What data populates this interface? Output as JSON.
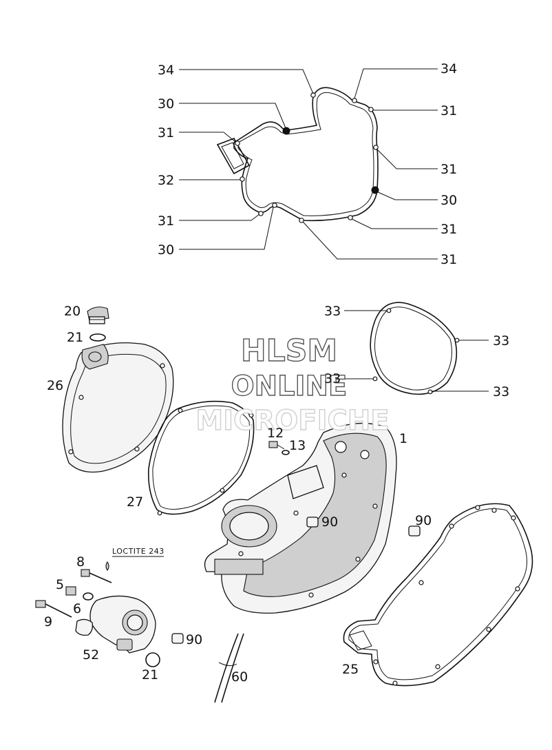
{
  "watermark": {
    "line1": "HLSM",
    "line2": "ONLINE",
    "line3": "MICROFICHE"
  },
  "note": "LOCTITE 243",
  "callouts": {
    "c34a": "34",
    "c34b": "34",
    "c30a": "30",
    "c30b": "30",
    "c30c": "30",
    "c31a": "31",
    "c31b": "31",
    "c31c": "31",
    "c31d": "31",
    "c31e": "31",
    "c31f": "31",
    "c32": "32",
    "c33a": "33",
    "c33b": "33",
    "c33c": "33",
    "c33d": "33",
    "c20": "20",
    "c21a": "21",
    "c21b": "21",
    "c26": "26",
    "c27": "27",
    "c1": "1",
    "c12": "12",
    "c13": "13",
    "c90a": "90",
    "c90b": "90",
    "c90c": "90",
    "c8": "8",
    "c5": "5",
    "c6": "6",
    "c9": "9",
    "c52": "52",
    "c60": "60",
    "c25": "25"
  }
}
